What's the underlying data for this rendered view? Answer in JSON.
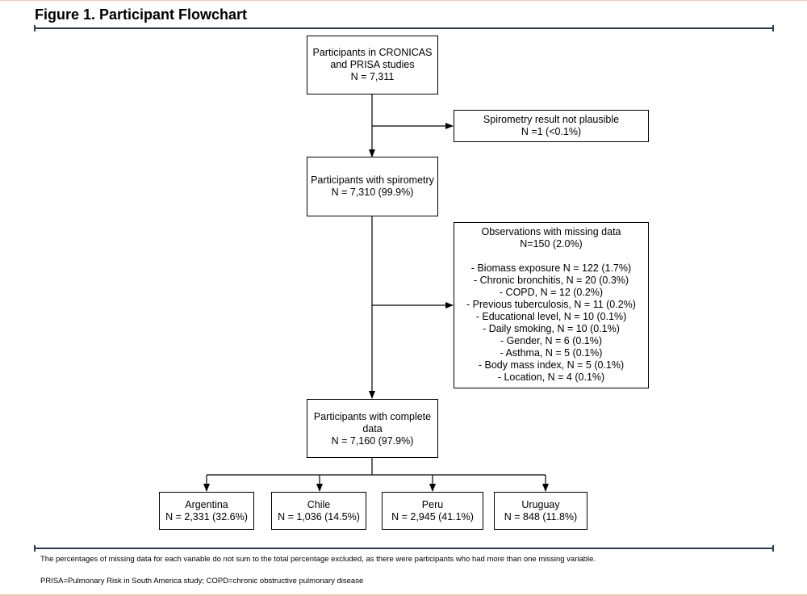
{
  "title": "Figure 1. Participant Flowchart",
  "nodes": {
    "start": [
      "Participants in CRONICAS",
      "and PRISA studies",
      "N = 7,311"
    ],
    "excluded_spirometry": [
      "Spirometry result not plausible",
      "N =1 (<0.1%)"
    ],
    "with_spirometry": [
      "Participants with spirometry",
      "N = 7,310 (99.9%)"
    ],
    "missing": {
      "header": [
        "Observations with missing data",
        "N=150 (2.0%)"
      ],
      "items": [
        "- Biomass exposure N = 122 (1.7%)",
        "- Chronic bronchitis, N = 20 (0.3%)",
        "- COPD, N = 12 (0.2%)",
        "- Previous tuberculosis, N = 11 (0.2%)",
        "- Educational level, N = 10 (0.1%)",
        "- Daily smoking, N = 10 (0.1%)",
        "- Gender, N = 6 (0.1%)",
        "- Asthma, N = 5 (0.1%)",
        "-  Body mass index, N = 5 (0.1%)",
        "- Location, N = 4 (0.1%)"
      ]
    },
    "complete": [
      "Participants with complete",
      "data",
      "N = 7,160 (97.9%)"
    ],
    "countries": [
      {
        "name": "Argentina",
        "n": "N = 2,331 (32.6%)"
      },
      {
        "name": "Chile",
        "n": "N = 1,036 (14.5%)"
      },
      {
        "name": "Peru",
        "n": "N = 2,945 (41.1%)"
      },
      {
        "name": "Uruguay",
        "n": "N = 848 (11.8%)"
      }
    ]
  },
  "footnotes": [
    "The percentages of missing data for each variable do not sum to the total percentage excluded, as there were participants who had more than one missing variable.",
    "PRISA=Pulmonary Risk in South America study; COPD=chronic obstructive pulmonary disease"
  ]
}
